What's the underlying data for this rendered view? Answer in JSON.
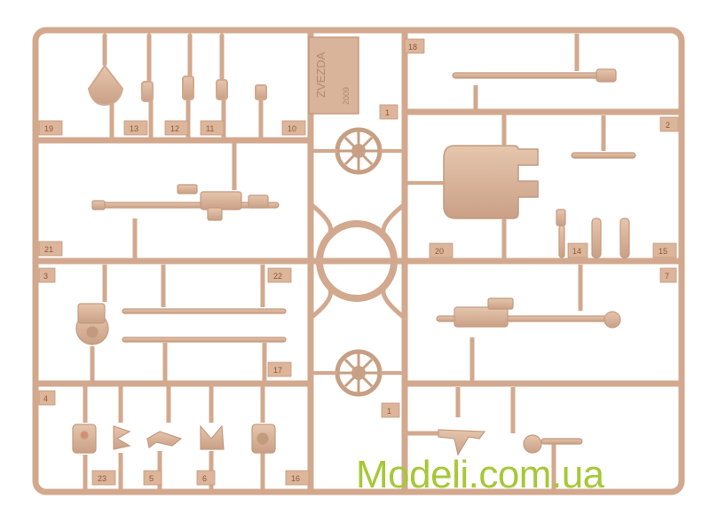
{
  "watermark": "Modeli.com.ua",
  "maker_mark": {
    "logo": "ZVEZDA",
    "year": "2009"
  },
  "part_numbers": {
    "p1": "1",
    "p2": "2",
    "p3": "3",
    "p4": "4",
    "p5": "5",
    "p6": "6",
    "p7": "7",
    "p10": "10",
    "p11": "11",
    "p12": "12",
    "p13": "13",
    "p14": "14",
    "p15": "15",
    "p16": "16",
    "p17": "17",
    "p18": "18",
    "p19": "19",
    "p20": "20",
    "p21": "21",
    "p22": "22",
    "p23": "23"
  },
  "colors": {
    "plastic": "#d8b196",
    "plastic_light": "#e6c6ae",
    "plastic_dark": "#b48a6e",
    "watermark": "#a6c838",
    "background": "#ffffff"
  }
}
